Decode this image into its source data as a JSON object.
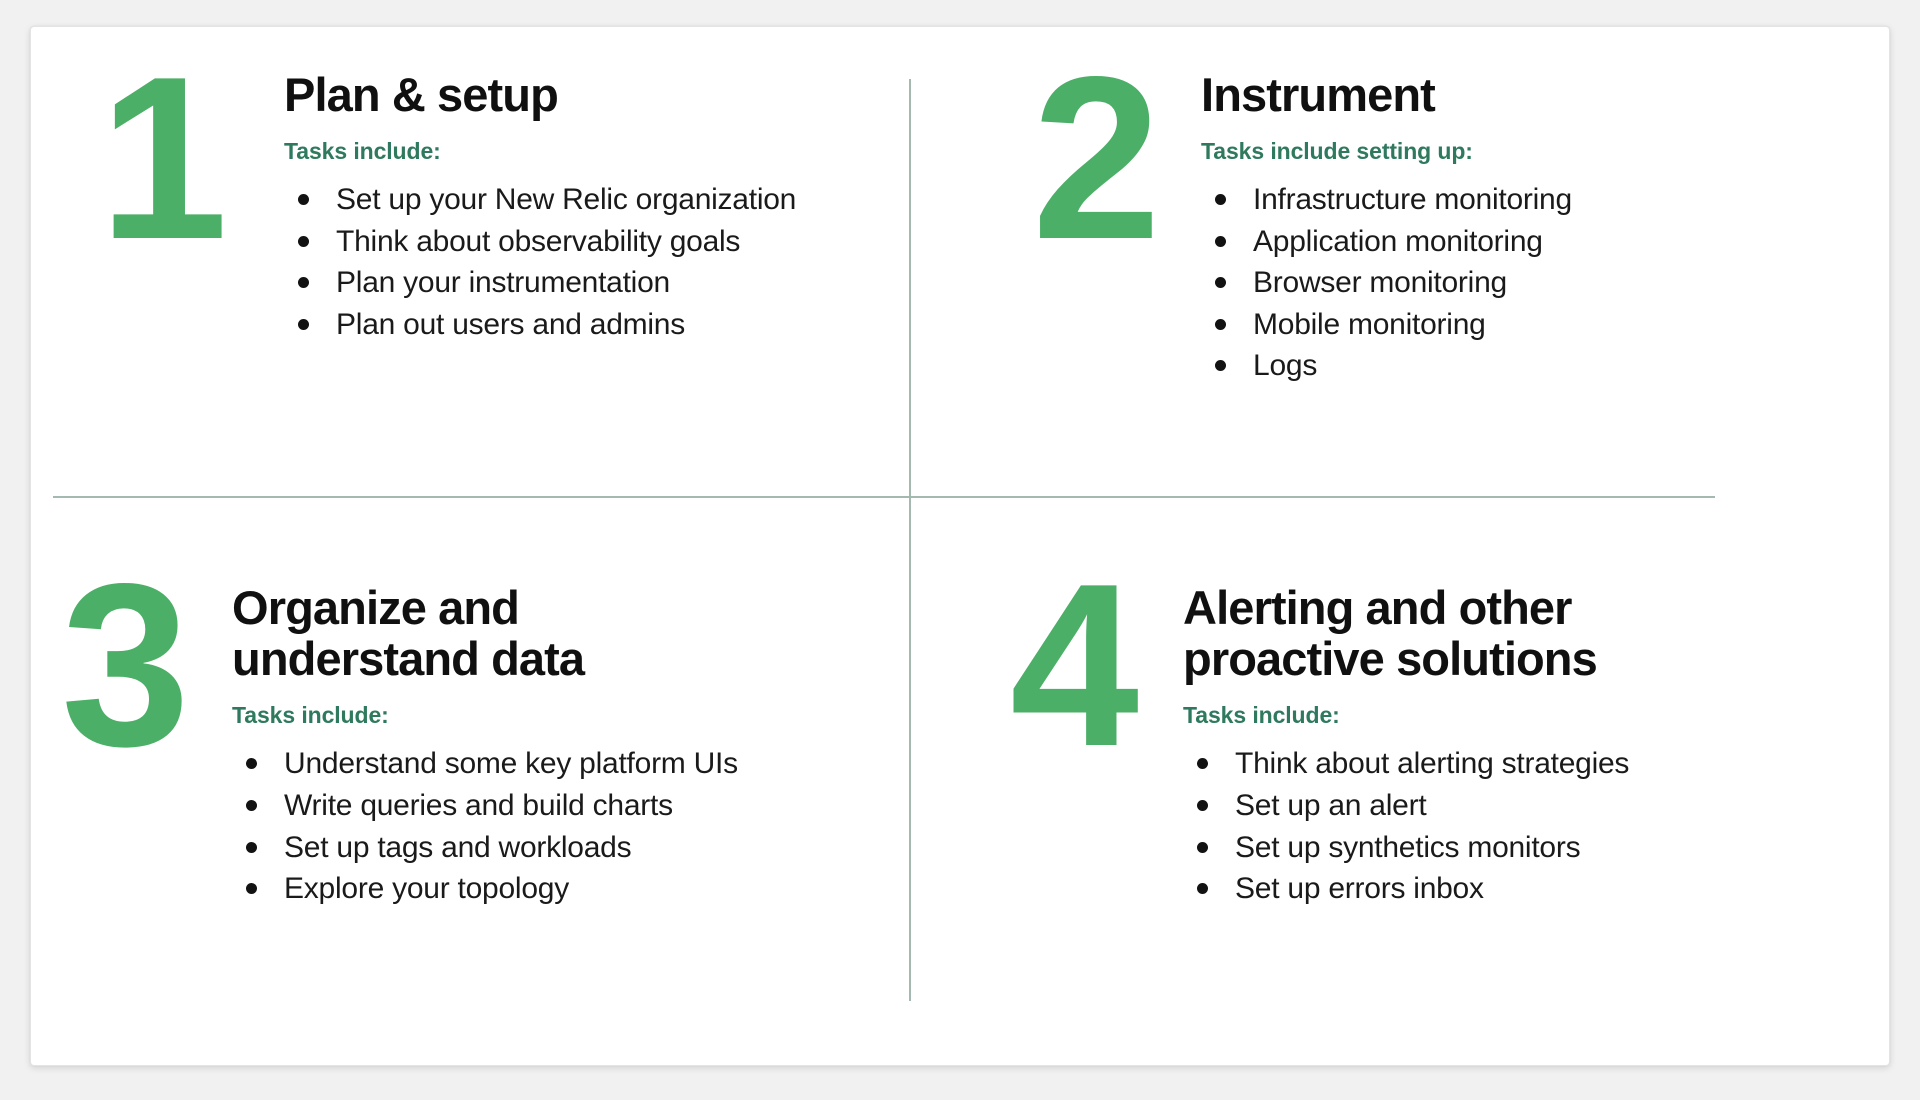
{
  "theme": {
    "accent_green": "#4caf67",
    "label_green": "#2f7a5e",
    "divider": "#9fb6ad",
    "text": "#101010",
    "page_background": "#f1f1f1",
    "card_background": "#ffffff"
  },
  "quadrants": [
    {
      "numeral": "1",
      "heading": "Plan & setup",
      "tasks_label": "Tasks include:",
      "tasks": [
        "Set up your New Relic organization",
        "Think about observability goals",
        "Plan your instrumentation",
        "Plan out users and admins"
      ]
    },
    {
      "numeral": "2",
      "heading": "Instrument",
      "tasks_label": "Tasks include setting up:",
      "tasks": [
        "Infrastructure monitoring",
        "Application monitoring",
        "Browser monitoring",
        "Mobile monitoring",
        "Logs"
      ]
    },
    {
      "numeral": "3",
      "heading": "Organize and\nunderstand data",
      "tasks_label": "Tasks include:",
      "tasks": [
        "Understand some key platform UIs",
        "Write queries and build charts",
        "Set up tags and workloads",
        "Explore your topology"
      ]
    },
    {
      "numeral": "4",
      "heading": "Alerting and other\nproactive solutions",
      "tasks_label": "Tasks include:",
      "tasks": [
        "Think about alerting strategies",
        "Set up an alert",
        "Set up synthetics monitors",
        "Set up errors inbox"
      ]
    }
  ]
}
